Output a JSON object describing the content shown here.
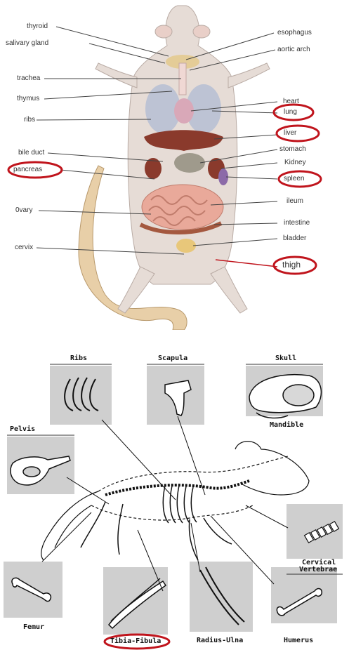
{
  "rat_organs": {
    "left_labels": {
      "thyroid": "thyroid",
      "salivary_gland": "salivary gland",
      "trachea": "trachea",
      "thymus": "thymus",
      "ribs": "ribs",
      "bile_duct": "bile duct",
      "pancreas": "pancreas",
      "ovary": "0vary",
      "cervix": "cervix"
    },
    "right_labels": {
      "esophagus": "esophagus",
      "aortic_arch": "aortic arch",
      "heart": "heart",
      "lung": "lung",
      "liver": "liver",
      "stomach": "stomach",
      "kidney": "Kidney",
      "spleen": "spleen",
      "ileum": "ileum",
      "intestine": "intestine",
      "bladder": "bladder",
      "thigh": "thigh"
    }
  },
  "rat_skeleton": {
    "labels": {
      "ribs": "Ribs",
      "scapula": "Scapula",
      "skull": "Skull",
      "mandible": "Mandible",
      "pelvis": "Pelvis",
      "cervical_vertebrae_1": "Cervical",
      "cervical_vertebrae_2": "Vertebrae",
      "femur": "Femur",
      "tibia_fibula": "Tibia-Fibula",
      "radius_ulna": "Radius-Ulna",
      "humerus": "Humerus"
    }
  },
  "colors": {
    "highlight_circle": "#c0141c",
    "panel_gray": "#cfcfcf",
    "body_fill": "#e6dcd6",
    "tail_fill": "#e8cfa8"
  }
}
